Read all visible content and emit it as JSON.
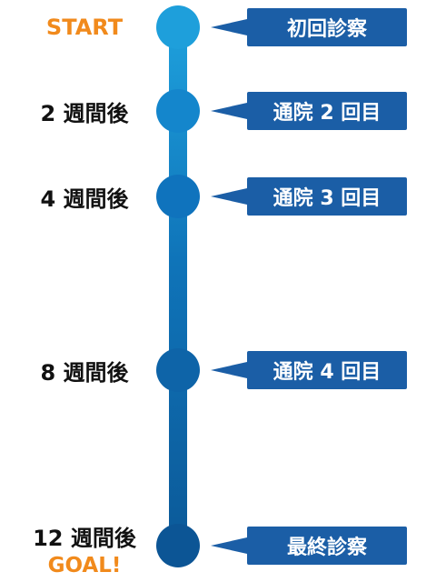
{
  "colors": {
    "accent_orange": "#f18a1c",
    "box_blue": "#1b5ea6",
    "rail_top": "#1ea0dc",
    "rail_bottom": "#0c5a99"
  },
  "stops": [
    {
      "label": "START",
      "box": "初回診察",
      "dot_color": "#1e9fdb"
    },
    {
      "label": "2 週間後",
      "box": "通院 2 回目",
      "dot_color": "#1486cc"
    },
    {
      "label": "4 週間後",
      "box": "通院 3 回目",
      "dot_color": "#0f73bd"
    },
    {
      "label": "8 週間後",
      "box": "通院 4 回目",
      "dot_color": "#0e64a8"
    },
    {
      "label": "12 週間後",
      "sublabel": "GOAL!",
      "box": "最終診察",
      "dot_color": "#0c5595"
    }
  ]
}
